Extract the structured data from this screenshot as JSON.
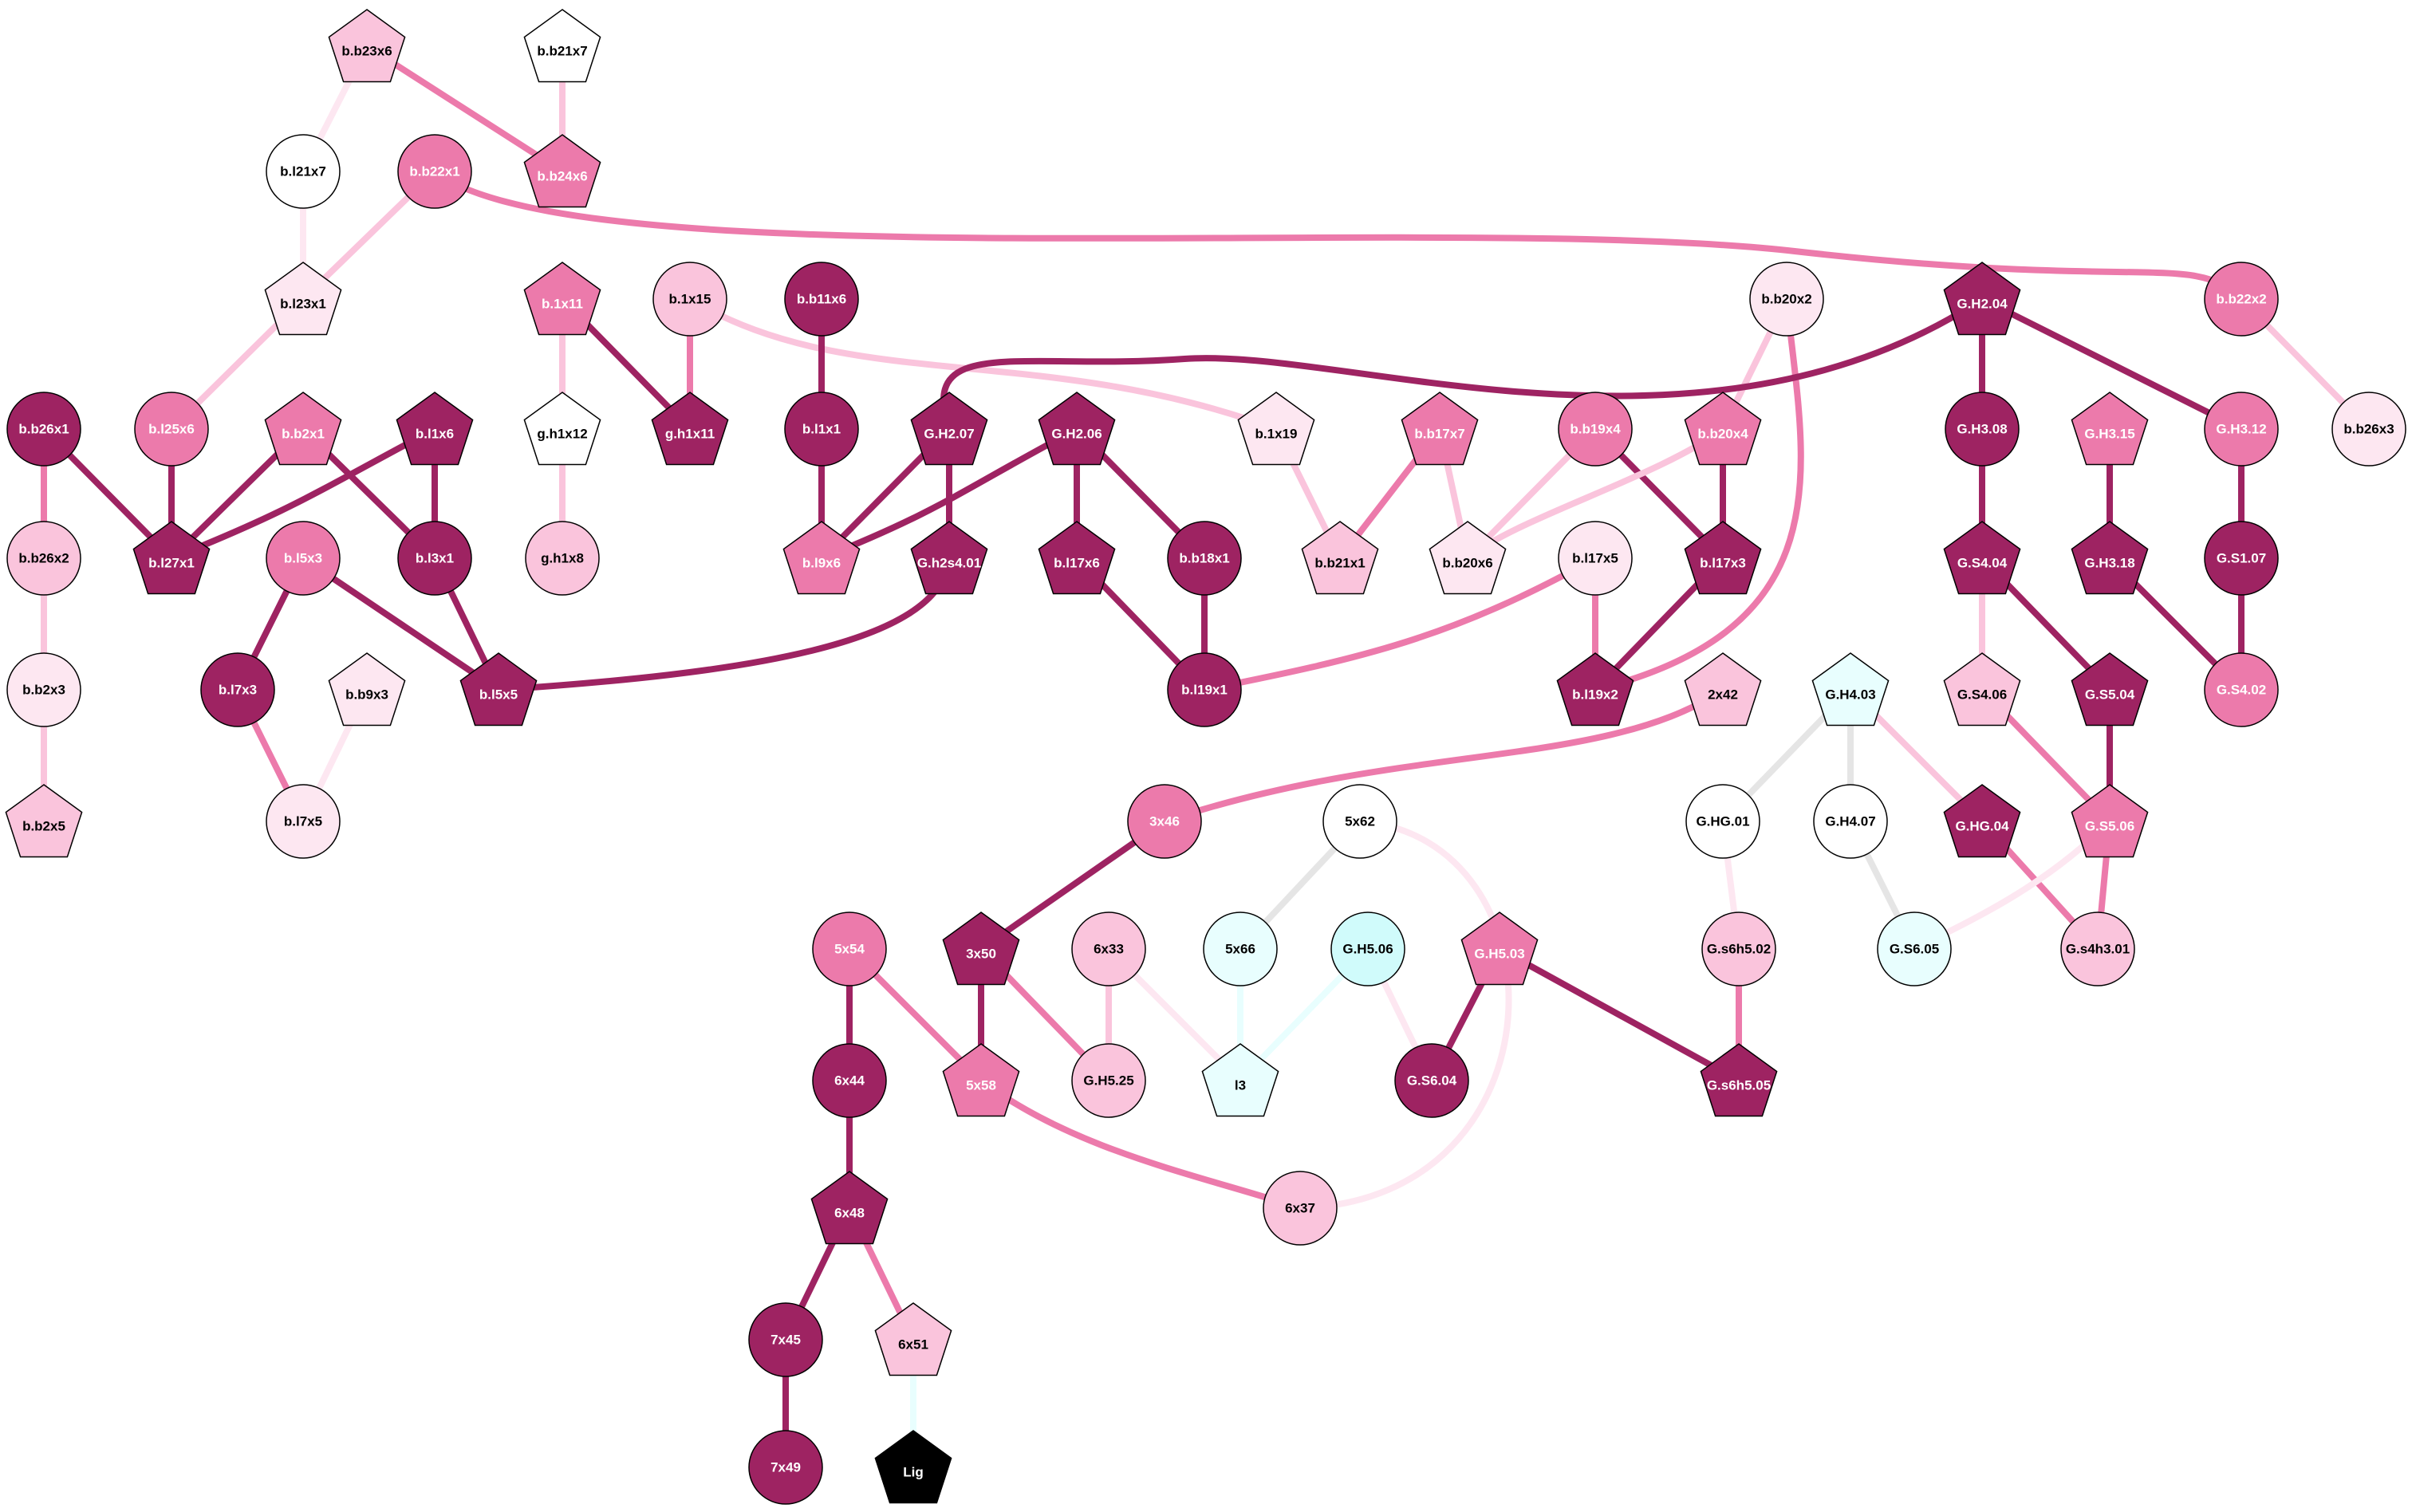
{
  "colors": {
    "dark": "#9e2362",
    "medium": "#ec7aab",
    "light": "#fac4dc",
    "pale": "#fde7f1",
    "white": "#ffffff",
    "cyan_light": "#e8fefe",
    "cyan": "#d0fbfb",
    "grey": "#e5e5e5",
    "black": "#000000"
  },
  "nodes": [
    {
      "id": "b.b23x6",
      "label": "b.b23x6",
      "shape": "pentagon",
      "fill": "light"
    },
    {
      "id": "b.b21x7",
      "label": "b.b21x7",
      "shape": "pentagon",
      "fill": "white"
    },
    {
      "id": "b.l21x7",
      "label": "b.l21x7",
      "shape": "circle",
      "fill": "white"
    },
    {
      "id": "b.b22x1",
      "label": "b.b22x1",
      "shape": "circle",
      "fill": "medium"
    },
    {
      "id": "b.b24x6",
      "label": "b.b24x6",
      "shape": "pentagon",
      "fill": "medium"
    },
    {
      "id": "b.l23x1",
      "label": "b.l23x1",
      "shape": "pentagon",
      "fill": "pale"
    },
    {
      "id": "b.1x11",
      "label": "b.1x11",
      "shape": "pentagon",
      "fill": "medium"
    },
    {
      "id": "b.1x15",
      "label": "b.1x15",
      "shape": "circle",
      "fill": "light"
    },
    {
      "id": "b.b11x6",
      "label": "b.b11x6",
      "shape": "circle",
      "fill": "dark"
    },
    {
      "id": "b.b20x2",
      "label": "b.b20x2",
      "shape": "circle",
      "fill": "pale"
    },
    {
      "id": "G.H2.04",
      "label": "G.H2.04",
      "shape": "pentagon",
      "fill": "dark"
    },
    {
      "id": "b.b22x2",
      "label": "b.b22x2",
      "shape": "circle",
      "fill": "medium"
    },
    {
      "id": "b.b26x1",
      "label": "b.b26x1",
      "shape": "circle",
      "fill": "dark"
    },
    {
      "id": "b.l25x6",
      "label": "b.l25x6",
      "shape": "circle",
      "fill": "medium"
    },
    {
      "id": "b.b2x1",
      "label": "b.b2x1",
      "shape": "pentagon",
      "fill": "medium"
    },
    {
      "id": "b.l1x6",
      "label": "b.l1x6",
      "shape": "pentagon",
      "fill": "dark"
    },
    {
      "id": "g.h1x12",
      "label": "g.h1x12",
      "shape": "pentagon",
      "fill": "white"
    },
    {
      "id": "g.h1x11",
      "label": "g.h1x11",
      "shape": "pentagon",
      "fill": "dark"
    },
    {
      "id": "b.l1x1",
      "label": "b.l1x1",
      "shape": "circle",
      "fill": "dark"
    },
    {
      "id": "G.H2.07",
      "label": "G.H2.07",
      "shape": "pentagon",
      "fill": "dark"
    },
    {
      "id": "G.H2.06",
      "label": "G.H2.06",
      "shape": "pentagon",
      "fill": "dark"
    },
    {
      "id": "b.1x19",
      "label": "b.1x19",
      "shape": "pentagon",
      "fill": "pale"
    },
    {
      "id": "b.b17x7",
      "label": "b.b17x7",
      "shape": "pentagon",
      "fill": "medium"
    },
    {
      "id": "b.b19x4",
      "label": "b.b19x4",
      "shape": "circle",
      "fill": "medium"
    },
    {
      "id": "b.b20x4",
      "label": "b.b20x4",
      "shape": "pentagon",
      "fill": "medium"
    },
    {
      "id": "G.H3.08",
      "label": "G.H3.08",
      "shape": "circle",
      "fill": "dark"
    },
    {
      "id": "G.H3.15",
      "label": "G.H3.15",
      "shape": "pentagon",
      "fill": "medium"
    },
    {
      "id": "G.H3.12",
      "label": "G.H3.12",
      "shape": "circle",
      "fill": "medium"
    },
    {
      "id": "b.b26x3",
      "label": "b.b26x3",
      "shape": "circle",
      "fill": "pale"
    },
    {
      "id": "b.b26x2",
      "label": "b.b26x2",
      "shape": "circle",
      "fill": "light"
    },
    {
      "id": "b.l27x1",
      "label": "b.l27x1",
      "shape": "pentagon",
      "fill": "dark"
    },
    {
      "id": "b.l5x3",
      "label": "b.l5x3",
      "shape": "circle",
      "fill": "medium"
    },
    {
      "id": "b.l3x1",
      "label": "b.l3x1",
      "shape": "circle",
      "fill": "dark"
    },
    {
      "id": "g.h1x8",
      "label": "g.h1x8",
      "shape": "circle",
      "fill": "light"
    },
    {
      "id": "b.l9x6",
      "label": "b.l9x6",
      "shape": "pentagon",
      "fill": "medium"
    },
    {
      "id": "G.h2s4.01",
      "label": "G.h2s4.01",
      "shape": "pentagon",
      "fill": "dark"
    },
    {
      "id": "b.l17x6",
      "label": "b.l17x6",
      "shape": "pentagon",
      "fill": "dark"
    },
    {
      "id": "b.b18x1",
      "label": "b.b18x1",
      "shape": "circle",
      "fill": "dark"
    },
    {
      "id": "b.b21x1",
      "label": "b.b21x1",
      "shape": "pentagon",
      "fill": "light"
    },
    {
      "id": "b.b20x6",
      "label": "b.b20x6",
      "shape": "pentagon",
      "fill": "pale"
    },
    {
      "id": "b.l17x5",
      "label": "b.l17x5",
      "shape": "circle",
      "fill": "pale"
    },
    {
      "id": "b.l17x3",
      "label": "b.l17x3",
      "shape": "pentagon",
      "fill": "dark"
    },
    {
      "id": "G.S4.04",
      "label": "G.S4.04",
      "shape": "pentagon",
      "fill": "dark"
    },
    {
      "id": "G.H3.18",
      "label": "G.H3.18",
      "shape": "pentagon",
      "fill": "dark"
    },
    {
      "id": "G.S1.07",
      "label": "G.S1.07",
      "shape": "circle",
      "fill": "dark"
    },
    {
      "id": "b.b2x3",
      "label": "b.b2x3",
      "shape": "circle",
      "fill": "pale"
    },
    {
      "id": "b.l7x3",
      "label": "b.l7x3",
      "shape": "circle",
      "fill": "dark"
    },
    {
      "id": "b.b9x3",
      "label": "b.b9x3",
      "shape": "pentagon",
      "fill": "pale"
    },
    {
      "id": "b.l5x5",
      "label": "b.l5x5",
      "shape": "pentagon",
      "fill": "dark"
    },
    {
      "id": "b.l19x1",
      "label": "b.l19x1",
      "shape": "circle",
      "fill": "dark"
    },
    {
      "id": "b.l19x2",
      "label": "b.l19x2",
      "shape": "pentagon",
      "fill": "dark"
    },
    {
      "id": "2x42",
      "label": "2x42",
      "shape": "pentagon",
      "fill": "light"
    },
    {
      "id": "G.H4.03",
      "label": "G.H4.03",
      "shape": "pentagon",
      "fill": "cyan_light"
    },
    {
      "id": "G.S4.06",
      "label": "G.S4.06",
      "shape": "pentagon",
      "fill": "light"
    },
    {
      "id": "G.S5.04",
      "label": "G.S5.04",
      "shape": "pentagon",
      "fill": "dark"
    },
    {
      "id": "G.S4.02",
      "label": "G.S4.02",
      "shape": "circle",
      "fill": "medium"
    },
    {
      "id": "b.b2x5",
      "label": "b.b2x5",
      "shape": "pentagon",
      "fill": "light"
    },
    {
      "id": "b.l7x5",
      "label": "b.l7x5",
      "shape": "circle",
      "fill": "pale"
    },
    {
      "id": "3x46",
      "label": "3x46",
      "shape": "circle",
      "fill": "medium"
    },
    {
      "id": "5x62",
      "label": "5x62",
      "shape": "circle",
      "fill": "white"
    },
    {
      "id": "G.HG.01",
      "label": "G.HG.01",
      "shape": "circle",
      "fill": "white"
    },
    {
      "id": "G.H4.07",
      "label": "G.H4.07",
      "shape": "circle",
      "fill": "white"
    },
    {
      "id": "G.HG.04",
      "label": "G.HG.04",
      "shape": "pentagon",
      "fill": "dark"
    },
    {
      "id": "G.S5.06",
      "label": "G.S5.06",
      "shape": "pentagon",
      "fill": "medium"
    },
    {
      "id": "5x54",
      "label": "5x54",
      "shape": "circle",
      "fill": "medium"
    },
    {
      "id": "3x50",
      "label": "3x50",
      "shape": "pentagon",
      "fill": "dark"
    },
    {
      "id": "6x33",
      "label": "6x33",
      "shape": "circle",
      "fill": "light"
    },
    {
      "id": "5x66",
      "label": "5x66",
      "shape": "circle",
      "fill": "cyan_light"
    },
    {
      "id": "G.H5.06",
      "label": "G.H5.06",
      "shape": "circle",
      "fill": "cyan"
    },
    {
      "id": "G.H5.03",
      "label": "G.H5.03",
      "shape": "pentagon",
      "fill": "medium"
    },
    {
      "id": "G.s6h5.02",
      "label": "G.s6h5.02",
      "shape": "circle",
      "fill": "light"
    },
    {
      "id": "G.S6.05",
      "label": "G.S6.05",
      "shape": "circle",
      "fill": "cyan_light"
    },
    {
      "id": "G.s4h3.01",
      "label": "G.s4h3.01",
      "shape": "circle",
      "fill": "light"
    },
    {
      "id": "6x44",
      "label": "6x44",
      "shape": "circle",
      "fill": "dark"
    },
    {
      "id": "5x58",
      "label": "5x58",
      "shape": "pentagon",
      "fill": "medium"
    },
    {
      "id": "G.H5.25",
      "label": "G.H5.25",
      "shape": "circle",
      "fill": "light"
    },
    {
      "id": "l3",
      "label": "l3",
      "shape": "pentagon",
      "fill": "cyan_light"
    },
    {
      "id": "G.S6.04",
      "label": "G.S6.04",
      "shape": "circle",
      "fill": "dark"
    },
    {
      "id": "G.s6h5.05",
      "label": "G.s6h5.05",
      "shape": "pentagon",
      "fill": "dark"
    },
    {
      "id": "6x48",
      "label": "6x48",
      "shape": "pentagon",
      "fill": "dark"
    },
    {
      "id": "6x37",
      "label": "6x37",
      "shape": "circle",
      "fill": "light"
    },
    {
      "id": "7x45",
      "label": "7x45",
      "shape": "circle",
      "fill": "dark"
    },
    {
      "id": "6x51",
      "label": "6x51",
      "shape": "pentagon",
      "fill": "light"
    },
    {
      "id": "7x49",
      "label": "7x49",
      "shape": "circle",
      "fill": "dark"
    },
    {
      "id": "Lig",
      "label": "Lig",
      "shape": "pentagon",
      "fill": "black"
    }
  ],
  "edges": [
    {
      "source": "b.b23x6",
      "target": "b.l21x7",
      "color": "pale"
    },
    {
      "source": "b.b23x6",
      "target": "b.b24x6",
      "color": "medium"
    },
    {
      "source": "b.b21x7",
      "target": "b.b24x6",
      "color": "light"
    },
    {
      "source": "b.l21x7",
      "target": "b.l23x1",
      "color": "pale"
    },
    {
      "source": "b.b22x1",
      "target": "b.l23x1",
      "color": "light"
    },
    {
      "source": "b.b22x1",
      "target": "b.b22x2",
      "color": "medium"
    },
    {
      "source": "b.l23x1",
      "target": "b.l25x6",
      "color": "light"
    },
    {
      "source": "b.1x11",
      "target": "g.h1x12",
      "color": "light"
    },
    {
      "source": "b.1x11",
      "target": "g.h1x11",
      "color": "dark"
    },
    {
      "source": "b.1x15",
      "target": "g.h1x11",
      "color": "medium"
    },
    {
      "source": "b.1x15",
      "target": "b.1x19",
      "color": "light"
    },
    {
      "source": "g.h1x12",
      "target": "g.h1x8",
      "color": "light"
    },
    {
      "source": "b.b11x6",
      "target": "b.l1x1",
      "color": "dark"
    },
    {
      "source": "b.l1x1",
      "target": "b.l9x6",
      "color": "dark"
    },
    {
      "source": "b.b20x2",
      "target": "b.b20x4",
      "color": "light"
    },
    {
      "source": "b.b20x2",
      "target": "b.l19x2",
      "color": "medium"
    },
    {
      "source": "G.H2.04",
      "target": "G.H2.07",
      "color": "dark"
    },
    {
      "source": "G.H2.04",
      "target": "G.H3.08",
      "color": "dark"
    },
    {
      "source": "G.H2.04",
      "target": "G.H3.12",
      "color": "dark"
    },
    {
      "source": "b.b22x2",
      "target": "b.b26x3",
      "color": "light"
    },
    {
      "source": "b.b26x1",
      "target": "b.b26x2",
      "color": "medium"
    },
    {
      "source": "b.b26x1",
      "target": "b.l27x1",
      "color": "dark"
    },
    {
      "source": "b.l25x6",
      "target": "b.l27x1",
      "color": "dark"
    },
    {
      "source": "b.b2x1",
      "target": "b.l27x1",
      "color": "dark"
    },
    {
      "source": "b.b2x1",
      "target": "b.l3x1",
      "color": "dark"
    },
    {
      "source": "b.l1x6",
      "target": "b.l27x1",
      "color": "dark"
    },
    {
      "source": "b.l1x6",
      "target": "b.l3x1",
      "color": "dark"
    },
    {
      "source": "G.H2.07",
      "target": "b.l9x6",
      "color": "dark"
    },
    {
      "source": "G.H2.07",
      "target": "G.h2s4.01",
      "color": "dark"
    },
    {
      "source": "G.H2.06",
      "target": "b.l9x6",
      "color": "dark"
    },
    {
      "source": "G.H2.06",
      "target": "b.l17x6",
      "color": "dark"
    },
    {
      "source": "G.H2.06",
      "target": "b.b18x1",
      "color": "dark"
    },
    {
      "source": "b.1x19",
      "target": "b.b21x1",
      "color": "light"
    },
    {
      "source": "b.b17x7",
      "target": "b.b21x1",
      "color": "medium"
    },
    {
      "source": "b.b17x7",
      "target": "b.b20x6",
      "color": "light"
    },
    {
      "source": "b.b19x4",
      "target": "b.b20x6",
      "color": "light"
    },
    {
      "source": "b.b19x4",
      "target": "b.l17x3",
      "color": "dark"
    },
    {
      "source": "b.b20x4",
      "target": "b.b20x6",
      "color": "light"
    },
    {
      "source": "b.b20x4",
      "target": "b.l17x3",
      "color": "dark"
    },
    {
      "source": "G.H3.08",
      "target": "G.S4.04",
      "color": "dark"
    },
    {
      "source": "G.H3.15",
      "target": "G.H3.18",
      "color": "dark"
    },
    {
      "source": "G.H3.12",
      "target": "G.S1.07",
      "color": "dark"
    },
    {
      "source": "b.b26x2",
      "target": "b.b2x3",
      "color": "light"
    },
    {
      "source": "b.l5x3",
      "target": "b.l7x3",
      "color": "dark"
    },
    {
      "source": "b.l5x3",
      "target": "b.l5x5",
      "color": "dark"
    },
    {
      "source": "b.l3x1",
      "target": "b.l5x5",
      "color": "dark"
    },
    {
      "source": "G.h2s4.01",
      "target": "b.l5x5",
      "color": "dark"
    },
    {
      "source": "b.l17x6",
      "target": "b.l19x1",
      "color": "dark"
    },
    {
      "source": "b.b18x1",
      "target": "b.l19x1",
      "color": "dark"
    },
    {
      "source": "b.l17x5",
      "target": "b.l19x1",
      "color": "medium"
    },
    {
      "source": "b.l17x5",
      "target": "b.l19x2",
      "color": "medium"
    },
    {
      "source": "b.l17x3",
      "target": "b.l19x2",
      "color": "dark"
    },
    {
      "source": "G.S4.04",
      "target": "G.S4.06",
      "color": "light"
    },
    {
      "source": "G.S4.04",
      "target": "G.S5.04",
      "color": "dark"
    },
    {
      "source": "G.H3.18",
      "target": "G.S4.02",
      "color": "dark"
    },
    {
      "source": "G.S1.07",
      "target": "G.S4.02",
      "color": "dark"
    },
    {
      "source": "b.b2x3",
      "target": "b.b2x5",
      "color": "light"
    },
    {
      "source": "b.l7x3",
      "target": "b.l7x5",
      "color": "medium"
    },
    {
      "source": "b.b9x3",
      "target": "b.l7x5",
      "color": "pale"
    },
    {
      "source": "2x42",
      "target": "3x46",
      "color": "medium"
    },
    {
      "source": "G.H4.03",
      "target": "G.HG.01",
      "color": "grey"
    },
    {
      "source": "G.H4.03",
      "target": "G.H4.07",
      "color": "grey"
    },
    {
      "source": "G.H4.03",
      "target": "G.HG.04",
      "color": "light"
    },
    {
      "source": "G.S4.06",
      "target": "G.S5.06",
      "color": "medium"
    },
    {
      "source": "G.S5.04",
      "target": "G.S5.06",
      "color": "dark"
    },
    {
      "source": "G.HG.01",
      "target": "G.s6h5.02",
      "color": "pale"
    },
    {
      "source": "G.H4.07",
      "target": "G.S6.05",
      "color": "grey"
    },
    {
      "source": "G.HG.04",
      "target": "G.s4h3.01",
      "color": "medium"
    },
    {
      "source": "G.S5.06",
      "target": "G.s4h3.01",
      "color": "medium"
    },
    {
      "source": "G.S5.06",
      "target": "G.S6.05",
      "color": "pale"
    },
    {
      "source": "3x46",
      "target": "3x50",
      "color": "dark"
    },
    {
      "source": "5x62",
      "target": "5x66",
      "color": "grey"
    },
    {
      "source": "5x62",
      "target": "6x37",
      "color": "pale"
    },
    {
      "source": "5x54",
      "target": "6x44",
      "color": "dark"
    },
    {
      "source": "5x54",
      "target": "5x58",
      "color": "medium"
    },
    {
      "source": "3x50",
      "target": "5x58",
      "color": "dark"
    },
    {
      "source": "3x50",
      "target": "G.H5.25",
      "color": "medium"
    },
    {
      "source": "6x33",
      "target": "G.H5.25",
      "color": "light"
    },
    {
      "source": "6x33",
      "target": "l3",
      "color": "pale"
    },
    {
      "source": "5x66",
      "target": "l3",
      "color": "cyan_light"
    },
    {
      "source": "G.H5.06",
      "target": "l3",
      "color": "cyan_light"
    },
    {
      "source": "G.H5.06",
      "target": "G.S6.04",
      "color": "pale"
    },
    {
      "source": "G.H5.03",
      "target": "G.S6.04",
      "color": "dark"
    },
    {
      "source": "G.H5.03",
      "target": "G.s6h5.05",
      "color": "dark"
    },
    {
      "source": "G.s6h5.02",
      "target": "G.s6h5.05",
      "color": "medium"
    },
    {
      "source": "5x58",
      "target": "6x37",
      "color": "medium"
    },
    {
      "source": "6x44",
      "target": "6x48",
      "color": "dark"
    },
    {
      "source": "6x48",
      "target": "7x45",
      "color": "dark"
    },
    {
      "source": "6x48",
      "target": "6x51",
      "color": "medium"
    },
    {
      "source": "7x45",
      "target": "7x49",
      "color": "dark"
    },
    {
      "source": "6x51",
      "target": "Lig",
      "color": "cyan_light"
    }
  ]
}
